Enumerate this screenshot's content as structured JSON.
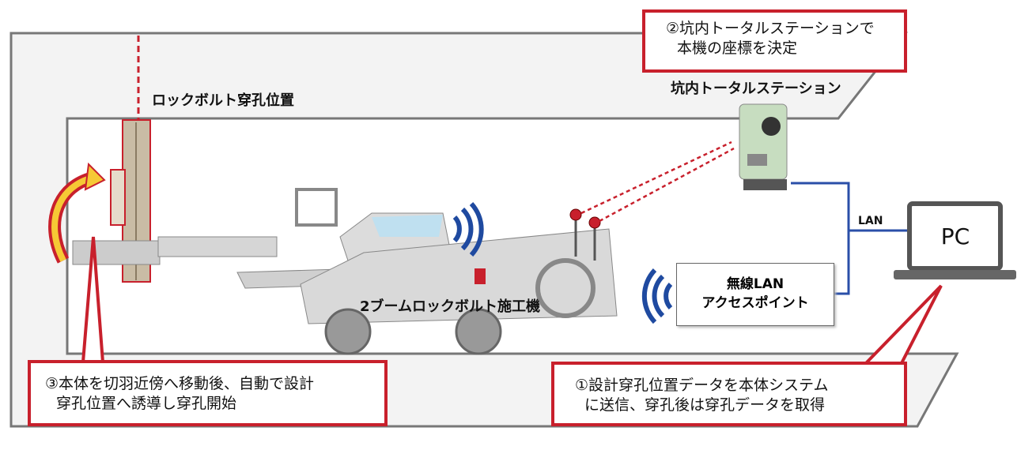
{
  "labels": {
    "drill_position": "ロックボルト穿孔位置",
    "total_station": "坑内トータルステーション",
    "machine": "2ブームロックボルト施工機",
    "lan": "LAN",
    "pc": "PC",
    "access_point_line1": "無線LAN",
    "access_point_line2": "アクセスポイント"
  },
  "callouts": {
    "step2_line1": "②坑内トータルステーションで",
    "step2_line2": "本機の座標を決定",
    "step3_line1": "③本体を切羽近傍へ移動後、自動で設計",
    "step3_line2": "穿孔位置へ誘導し穿孔開始",
    "step1_line1": "①設計穿孔位置データを本体システム",
    "step1_line2": "に送信、穿孔後は穿孔データを取得"
  },
  "colors": {
    "callout_border": "#c8202c",
    "lan_line": "#2a4fa8",
    "wifi": "#1f4aa0",
    "tunnel_fill": "#f3f3f3"
  }
}
